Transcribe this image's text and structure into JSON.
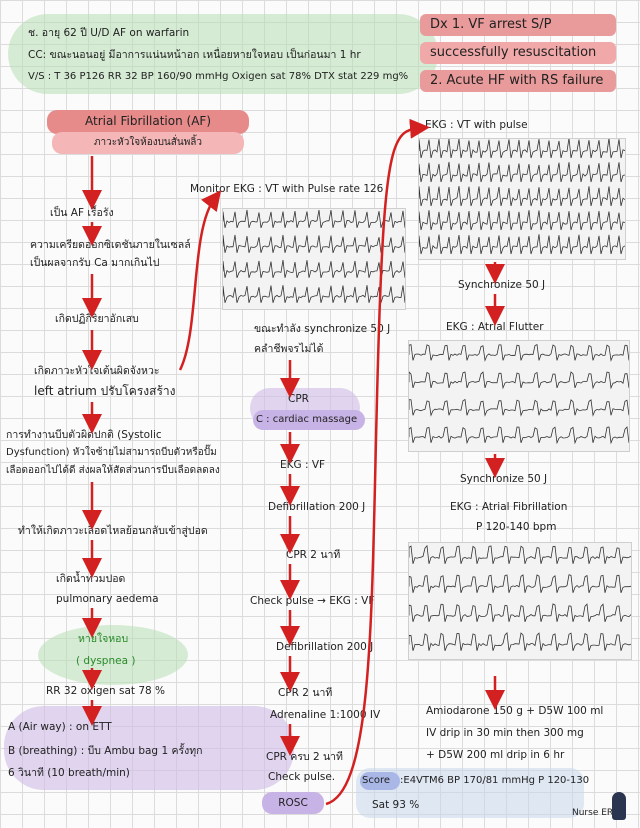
{
  "patient": {
    "line1": "ช. อายุ 62 ปี U/D AF on warfarin",
    "cc": "CC: ขณะนอนอยู่ มีอาการแน่นหน้าอก เหนื่อยหายใจหอบ เป็นก่อนมา 1 hr",
    "vs": "V/S : T 36   P126 RR 32  BP 160/90 mmHg Oxigen sat 78% DTX stat 229 mg%"
  },
  "dx": {
    "line1": "Dx 1. VF arrest S/P",
    "line2": "successfully resuscitation",
    "line3": "2. Acute HF with RS failure"
  },
  "left": {
    "title": "Atrial Fibrillation (AF)",
    "subtitle": "ภาวะหัวใจห้องบนสั่นพลิ้ว",
    "s1": "เป็น AF เรื้อรัง",
    "s2a": "ความเครียดออกซิเดชันภายในเซลล์",
    "s2b": "เป็นผลจากรับ Ca มากเกินไป",
    "s3": "เกิดปฏิกิริยาอักเสบ",
    "s4a": "เกิดภาวะหัวใจเต้นผิดจังหวะ",
    "s4b": "left atrium ปรับโครงสร้าง",
    "s5a": "การทำงานบีบตัวผิดปกติ (Systolic",
    "s5b": "Dysfunction) หัวใจซ้ายไม่สามารถบีบตัวหรือปั๊ม",
    "s5c": "เลือดออกไปได้ดี ส่งผลให้สัดส่วนการบีบเลือดลดลง",
    "s6": "ทำให้เกิดภาวะเลือดไหลย้อนกลับเข้าสู่ปอด",
    "s7a": "เกิดน้ำท่วมปอด",
    "s7b": "pulmonary aedema",
    "s8a": "หายใจหอบ",
    "s8b": "( dyspnea )",
    "s9": "RR 32 oxigen sat 78 %",
    "a": "A (Air way) : on ETT",
    "b1": "B (breathing) : บีบ Ambu bag 1 ครั้งทุก",
    "b2": "6 วินาที (10 breath/min)"
  },
  "middle": {
    "monitor": "Monitor EKG : VT with Pulse rate 126",
    "sync1": "ขณะทำลัง synchronize 50 J",
    "pulse_lost": "คลำชีพจรไม่ได้",
    "cpr": "CPR",
    "c": "C : cardiac massage",
    "vf": "EKG : VF",
    "defib1": "Defibrillation 200 J",
    "cpr2a": "CPR 2 นาที",
    "check": "Check pulse → EKG : VF",
    "defib2": "Defibrillation 200 J",
    "cpr2b": "CPR 2 นาที",
    "adrenaline": "Adrenaline 1:1000  IV",
    "cpr_done": "CPR ครบ 2 นาที",
    "check_pulse": "Check pulse.",
    "rosc": "ROSC"
  },
  "right": {
    "ekg1": "EKG : VT with pulse",
    "sync50a": "Synchronize 50 J",
    "ekg2": "EKG : Atrial Flutter",
    "sync50b": "Synchronize 50 J",
    "ekg3": "EKG : Atrial Fibrillation",
    "rate": "P 120-140 bpm",
    "amio1": "Amiodarone 150 g + D5W 100 ml",
    "amio2": "IV drip in 30 min then 300 mg",
    "amio3": "+ D5W 200 ml drip in 6 hr",
    "score_label": "Score",
    "score": ":E4VTM6 BP 170/81 mmHg   P 120-130",
    "sat": "Sat 93 %",
    "author": "Nurse ER"
  },
  "colors": {
    "red": "#d32020",
    "pink": "#f4b6b6",
    "purple": "#c8b3e6",
    "green": "#b7deb4"
  }
}
